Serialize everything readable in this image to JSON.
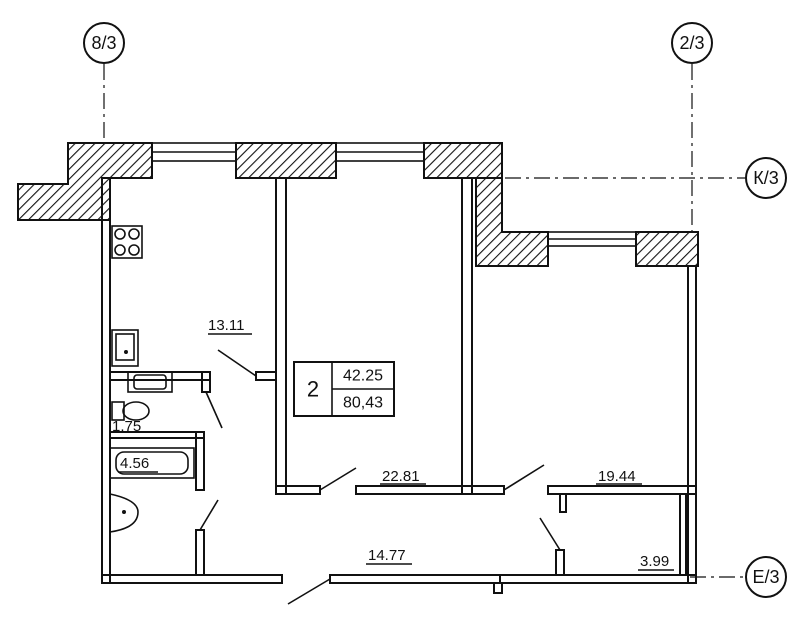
{
  "axes": {
    "a1": "8/3",
    "a2": "2/3",
    "a3": "К/3",
    "a4": "Е/3"
  },
  "rooms": {
    "kitchen": "13.11",
    "wc": "1.75",
    "bath": "4.56",
    "room1": "22.81",
    "room2": "19.44",
    "hall": "14.77",
    "storage": "3.99"
  },
  "summary": {
    "rooms_count": "2",
    "living_area": "42.25",
    "total_area": "80,43"
  }
}
